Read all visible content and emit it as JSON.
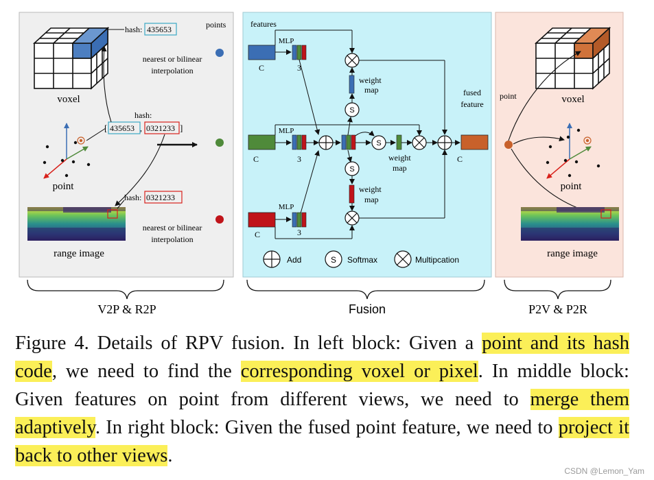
{
  "left_block": {
    "points_label": "points",
    "hash_top": "hash:",
    "hash_top_code": "435653",
    "interp_top_1": "nearest or bilinear",
    "interp_top_2": "interpolation",
    "voxel_label": "voxel",
    "hash_mid": "hash:",
    "hash_mid_code_a": "435653",
    "hash_mid_code_b": "0321233",
    "hash_mid_close": "]",
    "hash_mid_open": "[",
    "hash_mid_comma": ",",
    "point_label": "point",
    "hash_bot": "hash:",
    "hash_bot_code": "0321233",
    "interp_bot_1": "nearest or bilinear",
    "interp_bot_2": "interpolation",
    "range_label": "range image",
    "brace_label": "V2P & R2P"
  },
  "middle_block": {
    "features_label": "features",
    "mlp_1": "MLP",
    "mlp_2": "MLP",
    "mlp_3": "MLP",
    "c_1": "C",
    "c_2": "C",
    "c_3": "C",
    "c_out": "C",
    "three_1": "3",
    "three_2": "3",
    "three_3": "3",
    "weight_map_top_1": "weight",
    "weight_map_top_2": "map",
    "weight_map_mid_1": "weight",
    "weight_map_mid_2": "map",
    "weight_map_bot_1": "weight",
    "weight_map_bot_2": "map",
    "fused_1": "fused",
    "fused_2": "feature",
    "softmax_symbol": "S",
    "legend_add": "Add",
    "legend_softmax": "Softmax",
    "legend_mult": "Multipcation",
    "brace_label": "Fusion"
  },
  "right_block": {
    "point_label": "point",
    "voxel_label": "voxel",
    "point_label_2": "point",
    "range_label": "range image",
    "brace_label": "P2V & P2R"
  },
  "caption": {
    "p1": "Figure 4. Details of RPV fusion.  In left block: Given a ",
    "h1": "point and its hash code",
    "p2": ", we need to find the ",
    "h2": "corresponding voxel or pixel",
    "p3": ". In middle block: Given features on point from different views, we need to ",
    "h3": "merge them adaptively",
    "p4": ".  In right block: Given the fused point feature, we need to ",
    "h4": "project it back to other views",
    "p5": "."
  },
  "watermark": "CSDN @Lemon_Yam",
  "colors": {
    "left_bg": "#efefef",
    "mid_bg": "#c8f2f9",
    "right_bg": "#fbe4dc",
    "blue": "#3b6eb4",
    "green": "#4f8a3a",
    "red": "#c0141a",
    "orange": "#c8612b",
    "highlight": "#fbef58"
  }
}
